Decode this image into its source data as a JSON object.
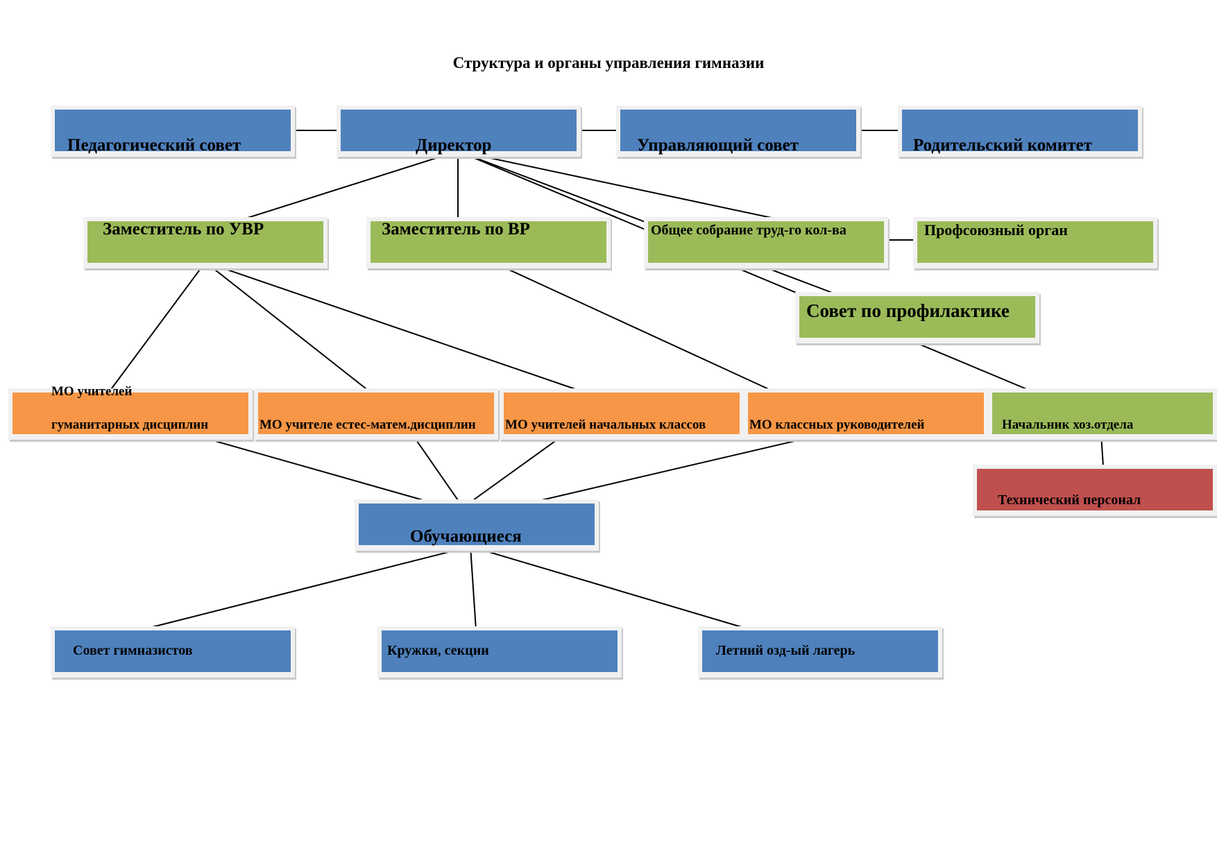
{
  "title": "Структура и органы управления гимназии",
  "colors": {
    "blue": "#4f81bd",
    "green": "#9bbb59",
    "orange": "#f79646",
    "red": "#c0504d"
  },
  "nodes": {
    "ped_sovet": "Педагогический совет",
    "director": "Директор",
    "upr_sovet": "Управляющий совет",
    "rod_komitet": "Родительский комитет",
    "zam_uvr": "Заместитель по УВР",
    "zam_vr": "Заместитель по ВР",
    "obsh_sobr": "Общее собрание труд-го кол-ва",
    "profsoyuz": "Профсоюзный орган",
    "sovet_profil": "Совет по профилактике",
    "mo_gum_line1": "МО учителей",
    "mo_gum_line2": "гуманитарных  дисциплин",
    "mo_est": "МО учителе естес-матем.дисциплин",
    "mo_nach": "МО учителей начальных классов",
    "mo_klass": "МО классных руководителей",
    "nach_hoz": "Начальник хоз.отдела",
    "tech_pers": "Технический персонал",
    "obuch": "Обучающиеся",
    "sovet_gimn": "Совет гимназистов",
    "kruzhki": "Кружки, секции",
    "lager": "Летний озд-ый лагерь"
  }
}
